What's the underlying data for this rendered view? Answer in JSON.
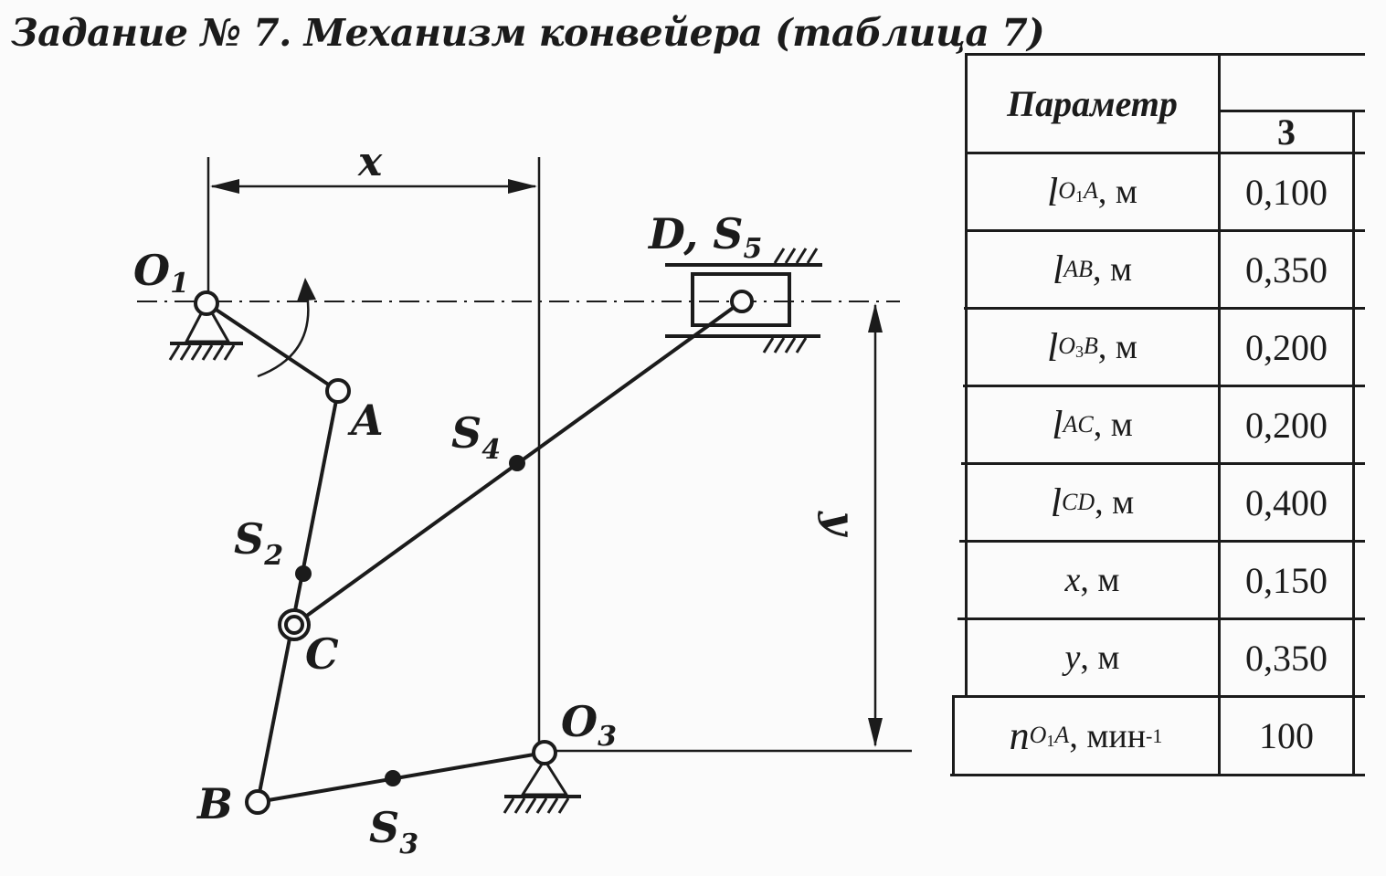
{
  "title": "Задание № 7. Механизм конвейера (таблица 7)",
  "diagram": {
    "dims": {
      "x": "x",
      "y": "y"
    },
    "points": {
      "O1": "O",
      "O1_sub": "1",
      "A": "A",
      "S4": "S",
      "S4_sub": "4",
      "S2": "S",
      "S2_sub": "2",
      "C": "C",
      "D_S5": "D, S",
      "D_S5_sub": "5",
      "O3": "O",
      "O3_sub": "3",
      "B": "B",
      "S3": "S",
      "S3_sub": "3"
    }
  },
  "table": {
    "header_param": "Параметр",
    "header_variant": "3",
    "rows": [
      {
        "sym": "l",
        "sub": "O",
        "subsub": "1",
        "sub2": "A",
        "unit": ", м",
        "value": "0,100"
      },
      {
        "sym": "l",
        "sub": "AB",
        "subsub": "",
        "sub2": "",
        "unit": ", м",
        "value": "0,350"
      },
      {
        "sym": "l",
        "sub": "O",
        "subsub": "3",
        "sub2": "B",
        "unit": ", м",
        "value": "0,200"
      },
      {
        "sym": "l",
        "sub": "AC",
        "subsub": "",
        "sub2": "",
        "unit": ", м",
        "value": "0,200"
      },
      {
        "sym": "l",
        "sub": "CD",
        "subsub": "",
        "sub2": "",
        "unit": ", м",
        "value": "0,400"
      },
      {
        "sym": "x",
        "sub": "",
        "subsub": "",
        "sub2": "",
        "unit": ", м",
        "value": "0,150"
      },
      {
        "sym": "y",
        "sub": "",
        "subsub": "",
        "sub2": "",
        "unit": ", м",
        "value": "0,350"
      },
      {
        "sym": "n",
        "sub": "O",
        "subsub": "1",
        "sub2": "A",
        "unit": ", мин",
        "sup": "-1",
        "value": "100"
      }
    ]
  }
}
